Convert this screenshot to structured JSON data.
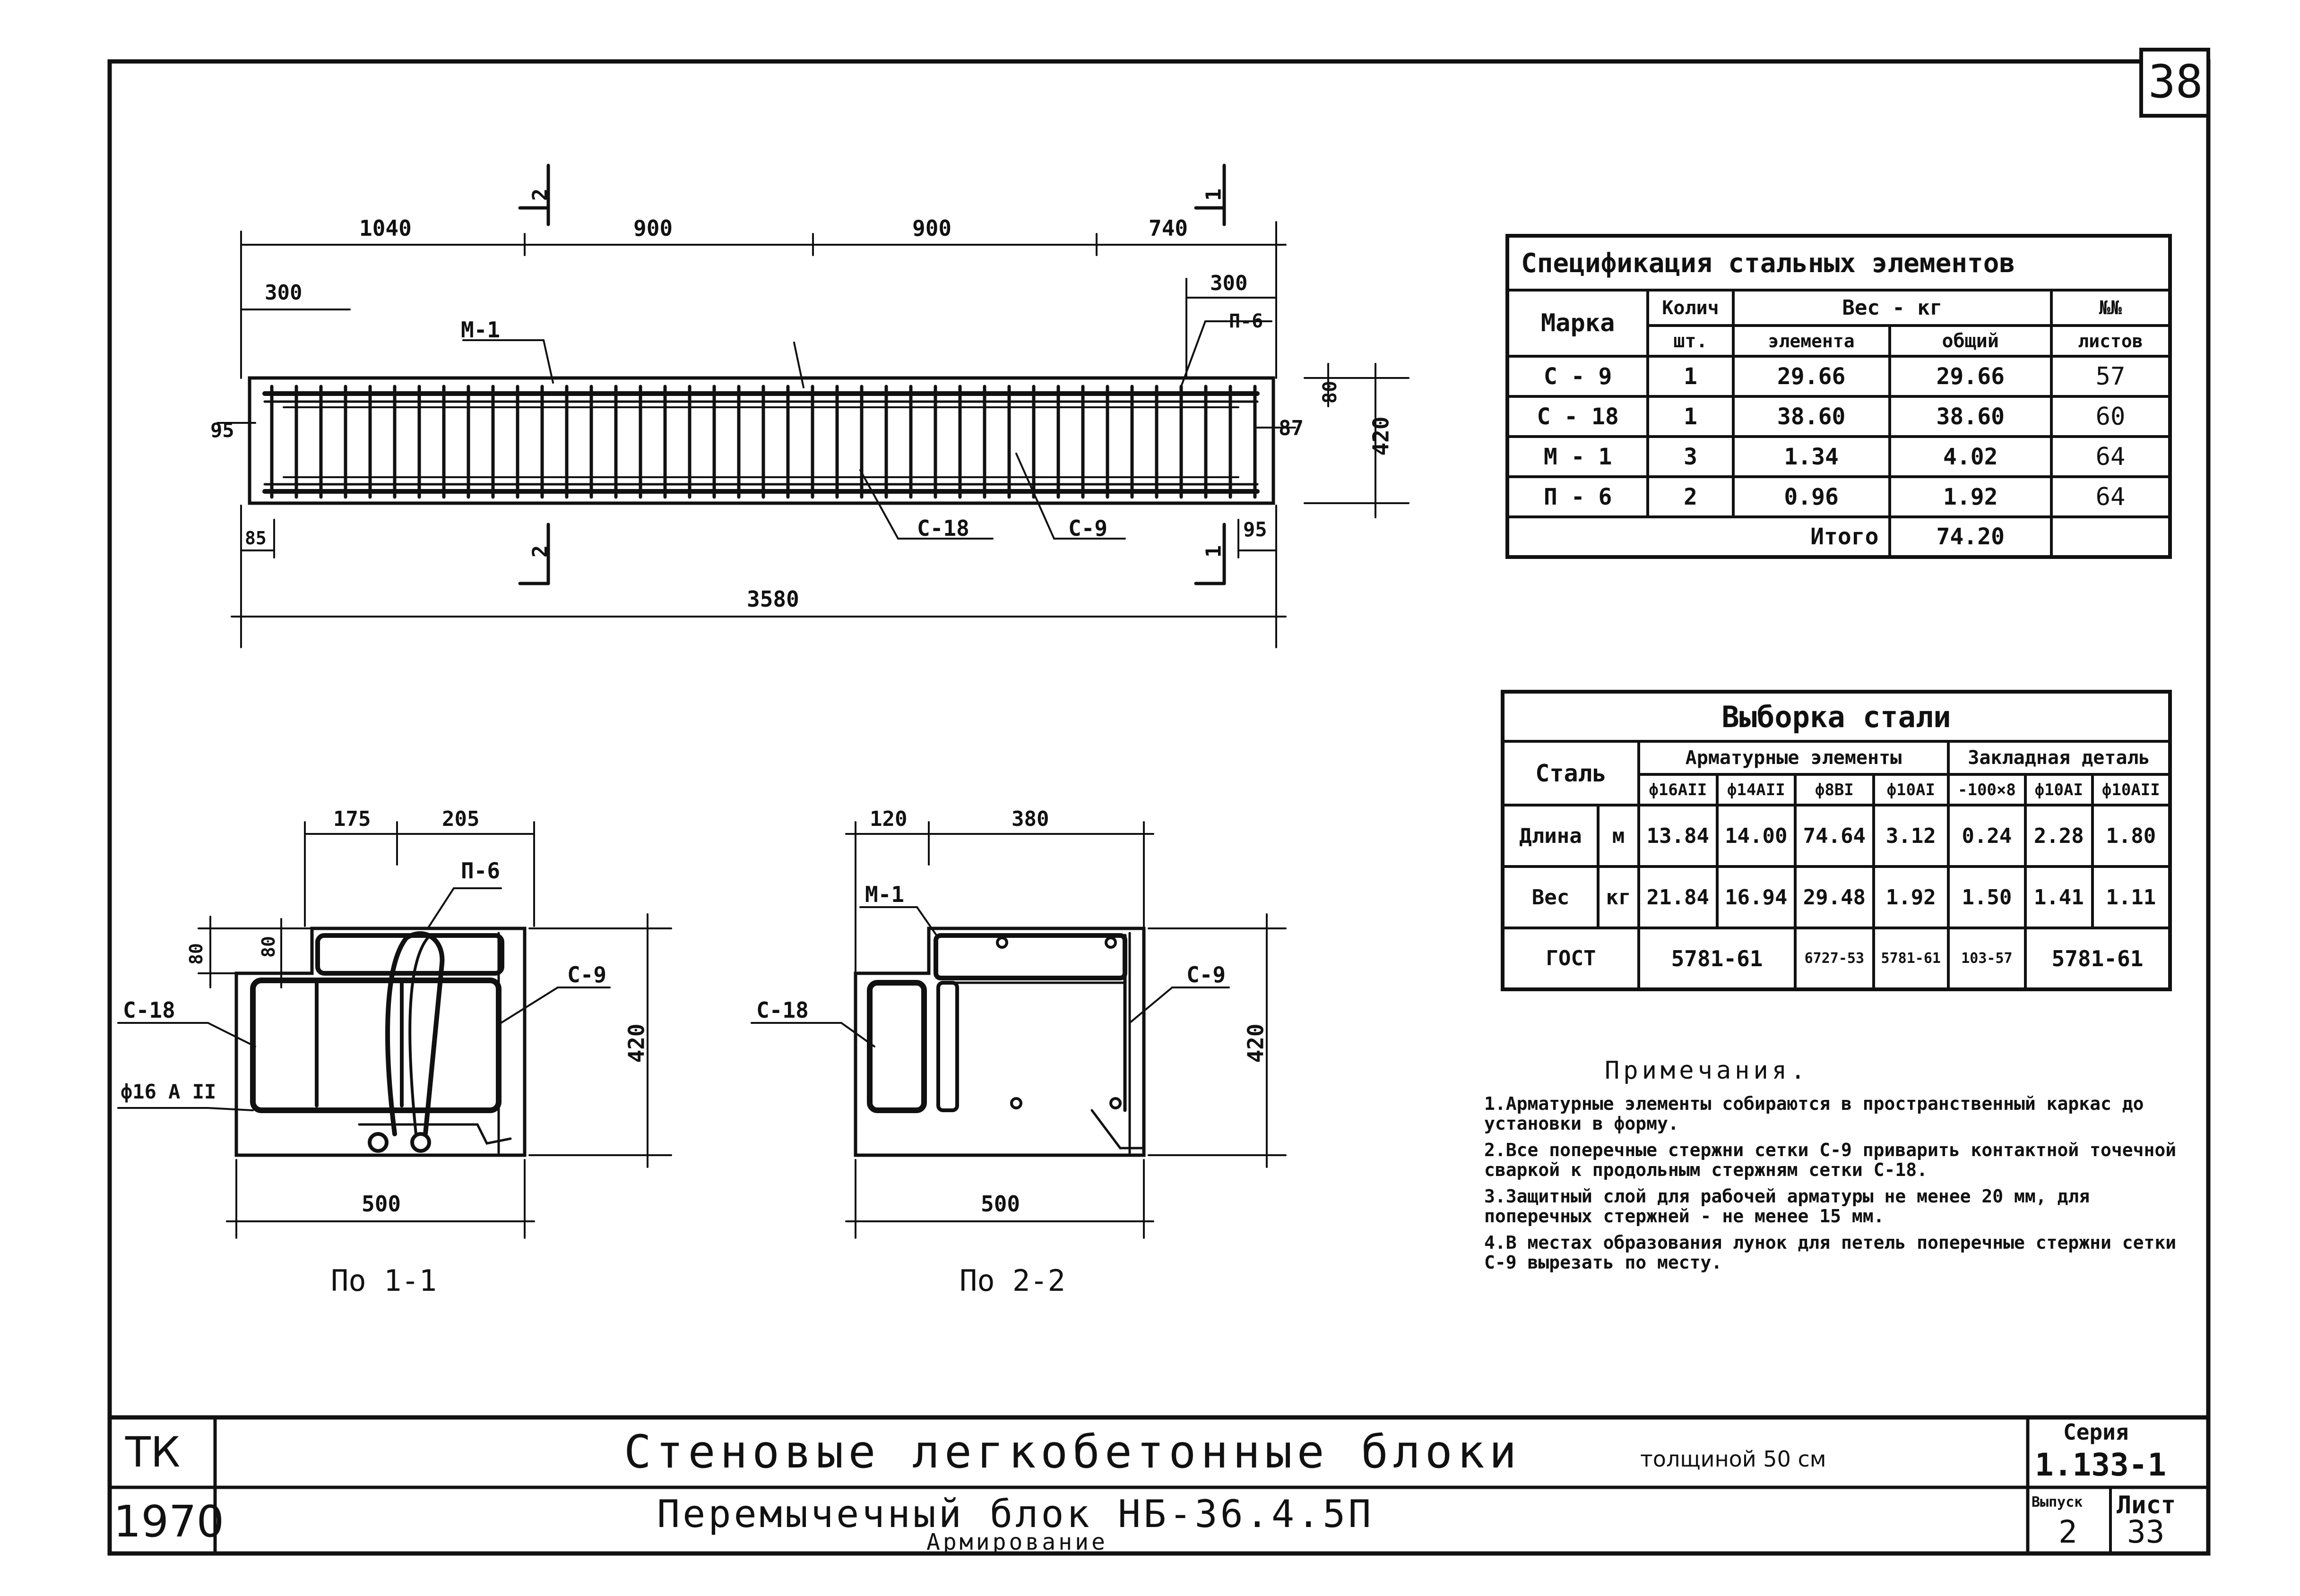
{
  "sheet_number": "38",
  "elevation": {
    "top_dims": [
      "1040",
      "900",
      "900",
      "740"
    ],
    "dim_300_left": "300",
    "dim_300_right": "300",
    "dim_80": "80",
    "dim_420": "420",
    "dim_95_left": "95",
    "dim_87": "87",
    "dim_85": "85",
    "dim_95_right": "95",
    "total": "3580",
    "labels": {
      "m1": "М-1",
      "p6": "П-6",
      "c18": "С-18",
      "c9": "С-9"
    },
    "section_marks": {
      "s2": "2",
      "s1": "1"
    }
  },
  "spec_table": {
    "title": "Спецификация стальных элементов",
    "headers": {
      "mark": "Марка",
      "qty": "Колич",
      "qty_unit": "шт.",
      "weight": "Вес - кг",
      "weight_el": "элемента",
      "weight_total": "общий",
      "sheet": "№№",
      "sheet2": "листов"
    },
    "rows": [
      {
        "mark": "С - 9",
        "qty": "1",
        "el": "29.66",
        "total": "29.66",
        "sheet": "57"
      },
      {
        "mark": "С - 18",
        "qty": "1",
        "el": "38.60",
        "total": "38.60",
        "sheet": "60"
      },
      {
        "mark": "М - 1",
        "qty": "3",
        "el": "1.34",
        "total": "4.02",
        "sheet": "64"
      },
      {
        "mark": "П - 6",
        "qty": "2",
        "el": "0.96",
        "total": "1.92",
        "sheet": "64"
      }
    ],
    "total_label": "Итого",
    "total_value": "74.20"
  },
  "steel_table": {
    "title": "Выборка стали",
    "headers": {
      "steel": "Сталь",
      "rebar": "Арматурные элементы",
      "embedded": "Закладная деталь"
    },
    "cols": [
      "ф16АII",
      "ф14АII",
      "ф8ВI",
      "ф10АI",
      "-100×8",
      "ф10АI",
      "ф10АII"
    ],
    "length": {
      "label": "Длина",
      "unit": "м",
      "values": [
        "13.84",
        "14.00",
        "74.64",
        "3.12",
        "0.24",
        "2.28",
        "1.80"
      ]
    },
    "weight": {
      "label": "Вес",
      "unit": "кг",
      "values": [
        "21.84",
        "16.94",
        "29.48",
        "1.92",
        "1.50",
        "1.41",
        "1.11"
      ]
    },
    "gost": {
      "label": "ГОСТ",
      "a": "5781-61",
      "b": "6727-53",
      "c": "5781-61",
      "d": "103-57",
      "e": "5781-61"
    }
  },
  "section1": {
    "dims_top": [
      "175",
      "205"
    ],
    "dim_80a": "80",
    "dim_80b": "80",
    "dim_420": "420",
    "dim_500": "500",
    "labels": {
      "p6": "П-6",
      "c18": "С-18",
      "c9": "С-9",
      "rebar": "ф16 А II"
    },
    "caption": "По 1-1"
  },
  "section2": {
    "dims_top": [
      "120",
      "380"
    ],
    "dim_420": "420",
    "dim_500": "500",
    "labels": {
      "m1": "М-1",
      "c18": "С-18",
      "c9": "С-9"
    },
    "caption": "По 2-2"
  },
  "notes": {
    "title": "Примечания.",
    "items": [
      "1.Арматурные элементы собираются в пространственный каркас до установки в форму.",
      "2.Все поперечные стержни сетки С-9 приварить контактной точечной сваркой к продольным стержням сетки С-18.",
      "3.Защитный слой для рабочей арматуры не менее 20 мм, для поперечных стержней - не менее 15 мм.",
      "4.В местах образования лунок для петель поперечные стержни сетки С-9 вырезать по месту."
    ]
  },
  "title_block": {
    "org": "ТК",
    "year": "1970",
    "title_main": "Стеновые легкобетонные блоки",
    "title_thick": "толщиной 50 см",
    "subtitle": "Перемычечный блок НБ-36.4.5П",
    "subtitle2": "Армирование",
    "series_label": "Серия",
    "series_value": "1.133-1",
    "issue_label": "Выпуск",
    "issue_value": "2",
    "sheet_label": "Лист",
    "sheet_value": "33"
  }
}
